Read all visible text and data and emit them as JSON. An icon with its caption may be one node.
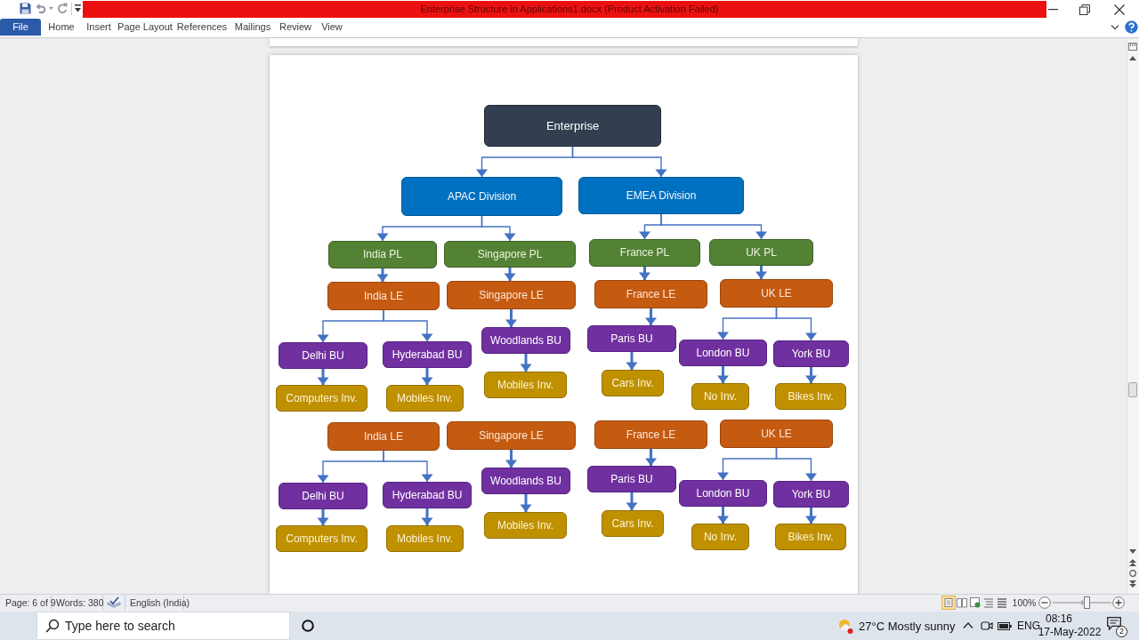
{
  "diagram": {
    "nodes": [
      {
        "text": [
          "Enterprise"
        ]
      },
      {
        "text": [
          "APAC Division"
        ]
      },
      {
        "text": [
          "EMEA Division"
        ]
      },
      {
        "text": [
          "India PL"
        ]
      },
      {
        "text": [
          "Singapore PL"
        ]
      },
      {
        "text": [
          "France PL"
        ]
      },
      {
        "text": [
          "UK PL"
        ]
      },
      {
        "text": [
          "India LE"
        ]
      },
      {
        "text": [
          "Singapore LE"
        ]
      },
      {
        "text": [
          "France LE"
        ]
      },
      {
        "text": [
          "UK LE"
        ]
      },
      {
        "text": [
          "Delhi BU"
        ]
      },
      {
        "text": [
          "Hyderabad BU"
        ]
      },
      {
        "text": [
          "Woodlands BU"
        ]
      },
      {
        "text": [
          "Paris BU"
        ]
      },
      {
        "text": [
          "London BU"
        ]
      },
      {
        "text": [
          "York BU"
        ]
      },
      {
        "text": [
          "Computers Inv."
        ]
      },
      {
        "text": [
          "Mobiles Inv."
        ]
      },
      {
        "text": [
          "Mobiles Inv."
        ]
      },
      {
        "text": [
          "Cars Inv."
        ]
      },
      {
        "text": [
          "No Inv."
        ]
      },
      {
        "text": [
          "Bikes Inv."
        ]
      },
      {
        "text": [
          "India LE"
        ]
      },
      {
        "text": [
          "Singapore LE"
        ]
      },
      {
        "text": [
          "France LE"
        ]
      },
      {
        "text": [
          "UK LE"
        ]
      },
      {
        "text": [
          "Delhi BU"
        ]
      },
      {
        "text": [
          "Hyderabad BU"
        ]
      },
      {
        "text": [
          "Woodlands BU"
        ]
      },
      {
        "text": [
          "Paris BU"
        ]
      },
      {
        "text": [
          "London BU"
        ]
      },
      {
        "text": [
          "York BU"
        ]
      },
      {
        "text": [
          "Computers Inv."
        ]
      },
      {
        "text": [
          "Mobiles Inv."
        ]
      },
      {
        "text": [
          "Mobiles Inv."
        ]
      },
      {
        "text": [
          "Cars Inv."
        ]
      },
      {
        "text": [
          "No Inv."
        ]
      },
      {
        "text": [
          "Bikes Inv."
        ]
      }
    ],
    "edges": [
      {
        "from": 0,
        "to": 1,
        "arrow": "to"
      },
      {
        "from": 0,
        "to": 2,
        "arrow": "to"
      },
      {
        "from": 1,
        "to": 3,
        "arrow": "to"
      },
      {
        "from": 1,
        "to": 4,
        "arrow": "to"
      },
      {
        "from": 2,
        "to": 5,
        "arrow": "to"
      },
      {
        "from": 2,
        "to": 6,
        "arrow": "to"
      },
      {
        "from": 3,
        "to": 7,
        "arrow": "to"
      },
      {
        "from": 4,
        "to": 8,
        "arrow": "to"
      },
      {
        "from": 5,
        "to": 9,
        "arrow": "to"
      },
      {
        "from": 6,
        "to": 10,
        "arrow": "to"
      },
      {
        "from": 7,
        "to": 11,
        "arrow": "to"
      },
      {
        "from": 7,
        "to": 12,
        "arrow": "to"
      },
      {
        "from": 8,
        "to": 13,
        "arrow": "to"
      },
      {
        "from": 9,
        "to": 14,
        "arrow": "to"
      },
      {
        "from": 10,
        "to": 15,
        "arrow": "to"
      },
      {
        "from": 10,
        "to": 16,
        "arrow": "to"
      },
      {
        "from": 11,
        "to": 17,
        "arrow": "to"
      },
      {
        "from": 12,
        "to": 18,
        "arrow": "to"
      },
      {
        "from": 13,
        "to": 19,
        "arrow": "to"
      },
      {
        "from": 14,
        "to": 20,
        "arrow": "to"
      },
      {
        "from": 15,
        "to": 21,
        "arrow": "to"
      },
      {
        "from": 16,
        "to": 22,
        "arrow": "to"
      },
      {
        "from": 23,
        "to": 27,
        "arrow": "to"
      },
      {
        "from": 23,
        "to": 28,
        "arrow": "to"
      },
      {
        "from": 24,
        "to": 29,
        "arrow": "to"
      },
      {
        "from": 25,
        "to": 30,
        "arrow": "to"
      },
      {
        "from": 26,
        "to": 31,
        "arrow": "to"
      },
      {
        "from": 26,
        "to": 32,
        "arrow": "to"
      },
      {
        "from": 27,
        "to": 33,
        "arrow": "to"
      },
      {
        "from": 28,
        "to": 34,
        "arrow": "to"
      },
      {
        "from": 29,
        "to": 35,
        "arrow": "to"
      },
      {
        "from": 30,
        "to": 36,
        "arrow": "to"
      },
      {
        "from": 31,
        "to": 37,
        "arrow": "to"
      },
      {
        "from": 32,
        "to": 38,
        "arrow": "to"
      }
    ],
    "labels": [
      "Enterprise Structure in Applications1.docx (Product Activation Failed)",
      "File",
      "Home",
      "Insert",
      "Page Layout",
      "References",
      "Mailings",
      "Review",
      "View",
      "Page: 6 of 9",
      "Words: 380",
      "English (India)",
      "100%",
      "Type here to search",
      "27°C Mostly sunny",
      "ENG",
      "08:16",
      "17-May-2022",
      "2"
    ]
  }
}
